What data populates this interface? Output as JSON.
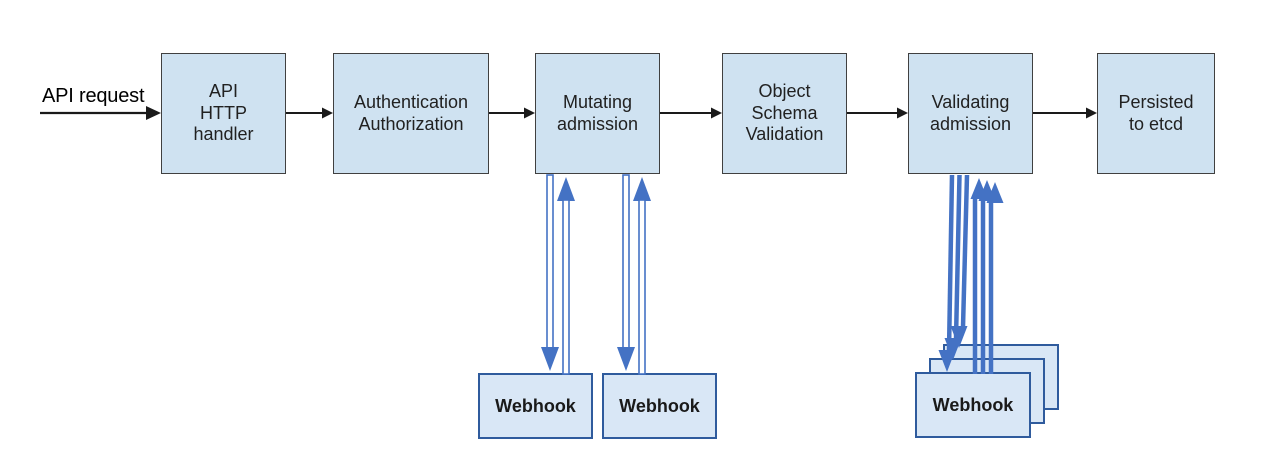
{
  "colors": {
    "box_fill": "#cfe2f1",
    "box_border": "#404040",
    "webhook_fill": "#d9e7f6",
    "webhook_border": "#2f5b9d",
    "arrow_blue": "#4472c4",
    "arrow_black": "#1a1a1a"
  },
  "flow": {
    "request_label": "API request",
    "nodes": [
      {
        "label": "API\nHTTP\nhandler"
      },
      {
        "label": "Authentication\nAuthorization"
      },
      {
        "label": "Mutating\nadmission"
      },
      {
        "label": "Object\nSchema\nValidation"
      },
      {
        "label": "Validating\nadmission"
      },
      {
        "label": "Persisted\nto etcd"
      }
    ],
    "mutating_webhooks": [
      {
        "label": "Webhook"
      },
      {
        "label": "Webhook"
      }
    ],
    "validating_webhooks": {
      "label": "Webhook",
      "stacked_count": 3
    }
  }
}
